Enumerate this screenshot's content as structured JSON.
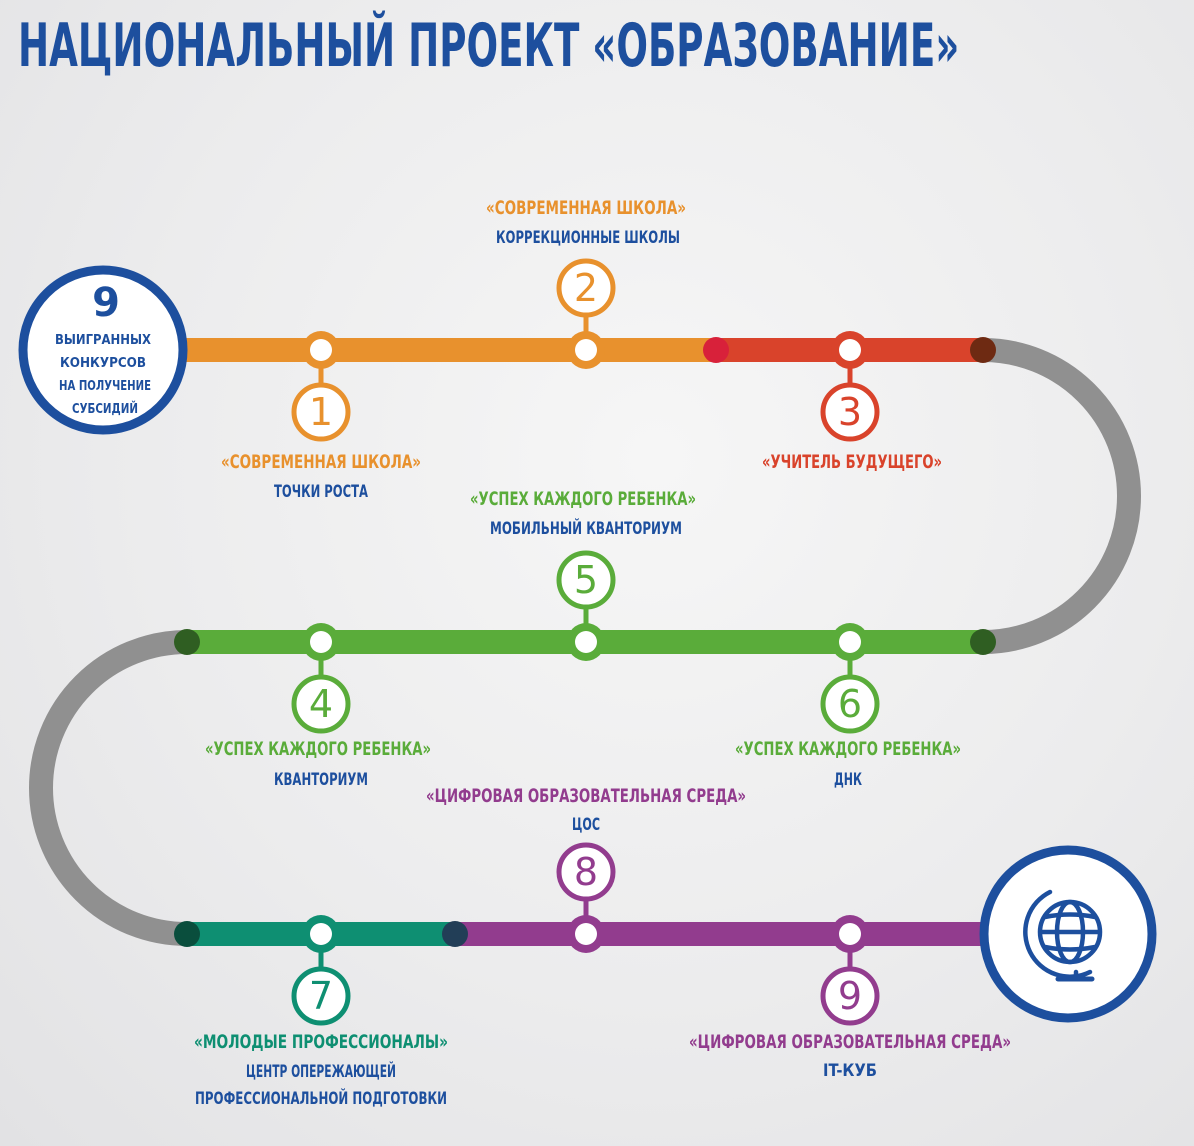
{
  "title": "НАЦИОНАЛЬНЫЙ ПРОЕКТ «ОБРАЗОВАНИЕ»",
  "start_badge": {
    "number": "9",
    "lines": [
      "ВЫИГРАННЫХ",
      "КОНКУРСОВ",
      "НА ПОЛУЧЕНИЕ",
      "СУБСИДИЙ"
    ]
  },
  "end_badge": {
    "icon": "globe-icon"
  },
  "colors": {
    "orange": "#e8912d",
    "red": "#d9432b",
    "green": "#5aac3a",
    "teal": "#0e8f72",
    "purple": "#923c8e",
    "gray": "#909090",
    "blue": "#1d4f9e"
  },
  "stops": [
    {
      "number": "1",
      "title": "«СОВРЕМЕННАЯ ШКОЛА»",
      "subtitle": [
        "ТОЧКИ РОСТА"
      ],
      "color": "#e8912d"
    },
    {
      "number": "2",
      "title": "«СОВРЕМЕННАЯ ШКОЛА»",
      "subtitle": [
        "КОРРЕКЦИОННЫЕ ШКОЛЫ"
      ],
      "color": "#e8912d"
    },
    {
      "number": "3",
      "title": "«УЧИТЕЛЬ БУДУЩЕГО»",
      "subtitle": [],
      "color": "#d9432b"
    },
    {
      "number": "4",
      "title": "«УСПЕХ КАЖДОГО РЕБЕНКА»",
      "subtitle": [
        "КВАНТОРИУМ"
      ],
      "color": "#5aac3a"
    },
    {
      "number": "5",
      "title": "«УСПЕХ КАЖДОГО РЕБЕНКА»",
      "subtitle": [
        "МОБИЛЬНЫЙ КВАНТОРИУМ"
      ],
      "color": "#5aac3a"
    },
    {
      "number": "6",
      "title": "«УСПЕХ КАЖДОГО РЕБЕНКА»",
      "subtitle": [
        "ДНК"
      ],
      "color": "#5aac3a"
    },
    {
      "number": "7",
      "title": "«МОЛОДЫЕ ПРОФЕССИОНАЛЫ»",
      "subtitle": [
        "ЦЕНТР ОПЕРЕЖАЮЩЕЙ",
        "ПРОФЕССИОНАЛЬНОЙ ПОДГОТОВКИ"
      ],
      "color": "#0e8f72"
    },
    {
      "number": "8",
      "title": "«ЦИФРОВАЯ ОБРАЗОВАТЕЛЬНАЯ СРЕДА»",
      "subtitle": [
        "ЦОС"
      ],
      "color": "#923c8e"
    },
    {
      "number": "9",
      "title": "«ЦИФРОВАЯ ОБРАЗОВАТЕЛЬНАЯ СРЕДА»",
      "subtitle": [
        "IT-КУБ"
      ],
      "color": "#923c8e"
    }
  ]
}
